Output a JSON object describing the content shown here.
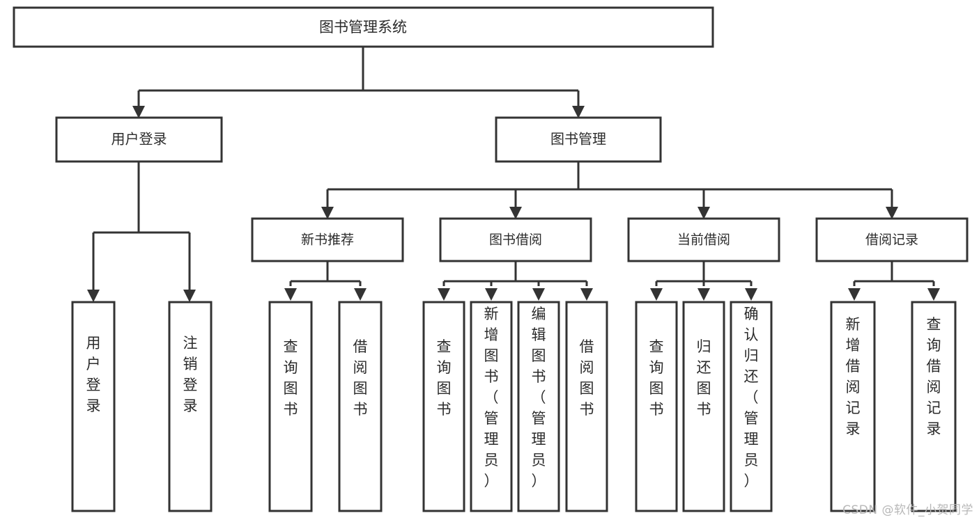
{
  "diagram": {
    "type": "tree-hierarchy",
    "orientation": "top-down",
    "root": {
      "id": "root",
      "label": "图书管理系统"
    },
    "level1": [
      {
        "id": "user-login",
        "label": "用户登录"
      },
      {
        "id": "book-management",
        "label": "图书管理"
      }
    ],
    "level2": [
      {
        "id": "new-book-recommend",
        "label": "新书推荐",
        "parent": "book-management"
      },
      {
        "id": "book-borrow",
        "label": "图书借阅",
        "parent": "book-management"
      },
      {
        "id": "current-borrow",
        "label": "当前借阅",
        "parent": "book-management"
      },
      {
        "id": "borrow-record",
        "label": "借阅记录",
        "parent": "book-management"
      }
    ],
    "leaves": [
      {
        "id": "leaf-user-login",
        "label": "用户登录",
        "parent": "user-login"
      },
      {
        "id": "leaf-logout-login",
        "label": "注销登录",
        "parent": "user-login"
      },
      {
        "id": "leaf-query-book-1",
        "label": "查询图书",
        "parent": "new-book-recommend"
      },
      {
        "id": "leaf-borrow-book-1",
        "label": "借阅图书",
        "parent": "new-book-recommend"
      },
      {
        "id": "leaf-query-book-2",
        "label": "查询图书",
        "parent": "book-borrow"
      },
      {
        "id": "leaf-add-book",
        "label": "新增图书（管理员）",
        "parent": "book-borrow"
      },
      {
        "id": "leaf-edit-book",
        "label": "编辑图书（管理员）",
        "parent": "book-borrow"
      },
      {
        "id": "leaf-borrow-book-2",
        "label": "借阅图书",
        "parent": "book-borrow"
      },
      {
        "id": "leaf-query-book-3",
        "label": "查询图书",
        "parent": "current-borrow"
      },
      {
        "id": "leaf-return-book",
        "label": "归还图书",
        "parent": "current-borrow"
      },
      {
        "id": "leaf-confirm-return",
        "label": "确认归还（管理员）",
        "parent": "current-borrow"
      },
      {
        "id": "leaf-add-record",
        "label": "新增借阅记录",
        "parent": "borrow-record"
      },
      {
        "id": "leaf-query-record",
        "label": "查询借阅记录",
        "parent": "borrow-record"
      }
    ]
  },
  "watermark": {
    "text": "CSDN @软件_小贺同学"
  },
  "colors": {
    "box_stroke": "#333333",
    "box_fill": "#ffffff",
    "text": "#2b2b2b",
    "connector": "#333333",
    "background": "#ffffff",
    "watermark": "#b8b8b8"
  }
}
